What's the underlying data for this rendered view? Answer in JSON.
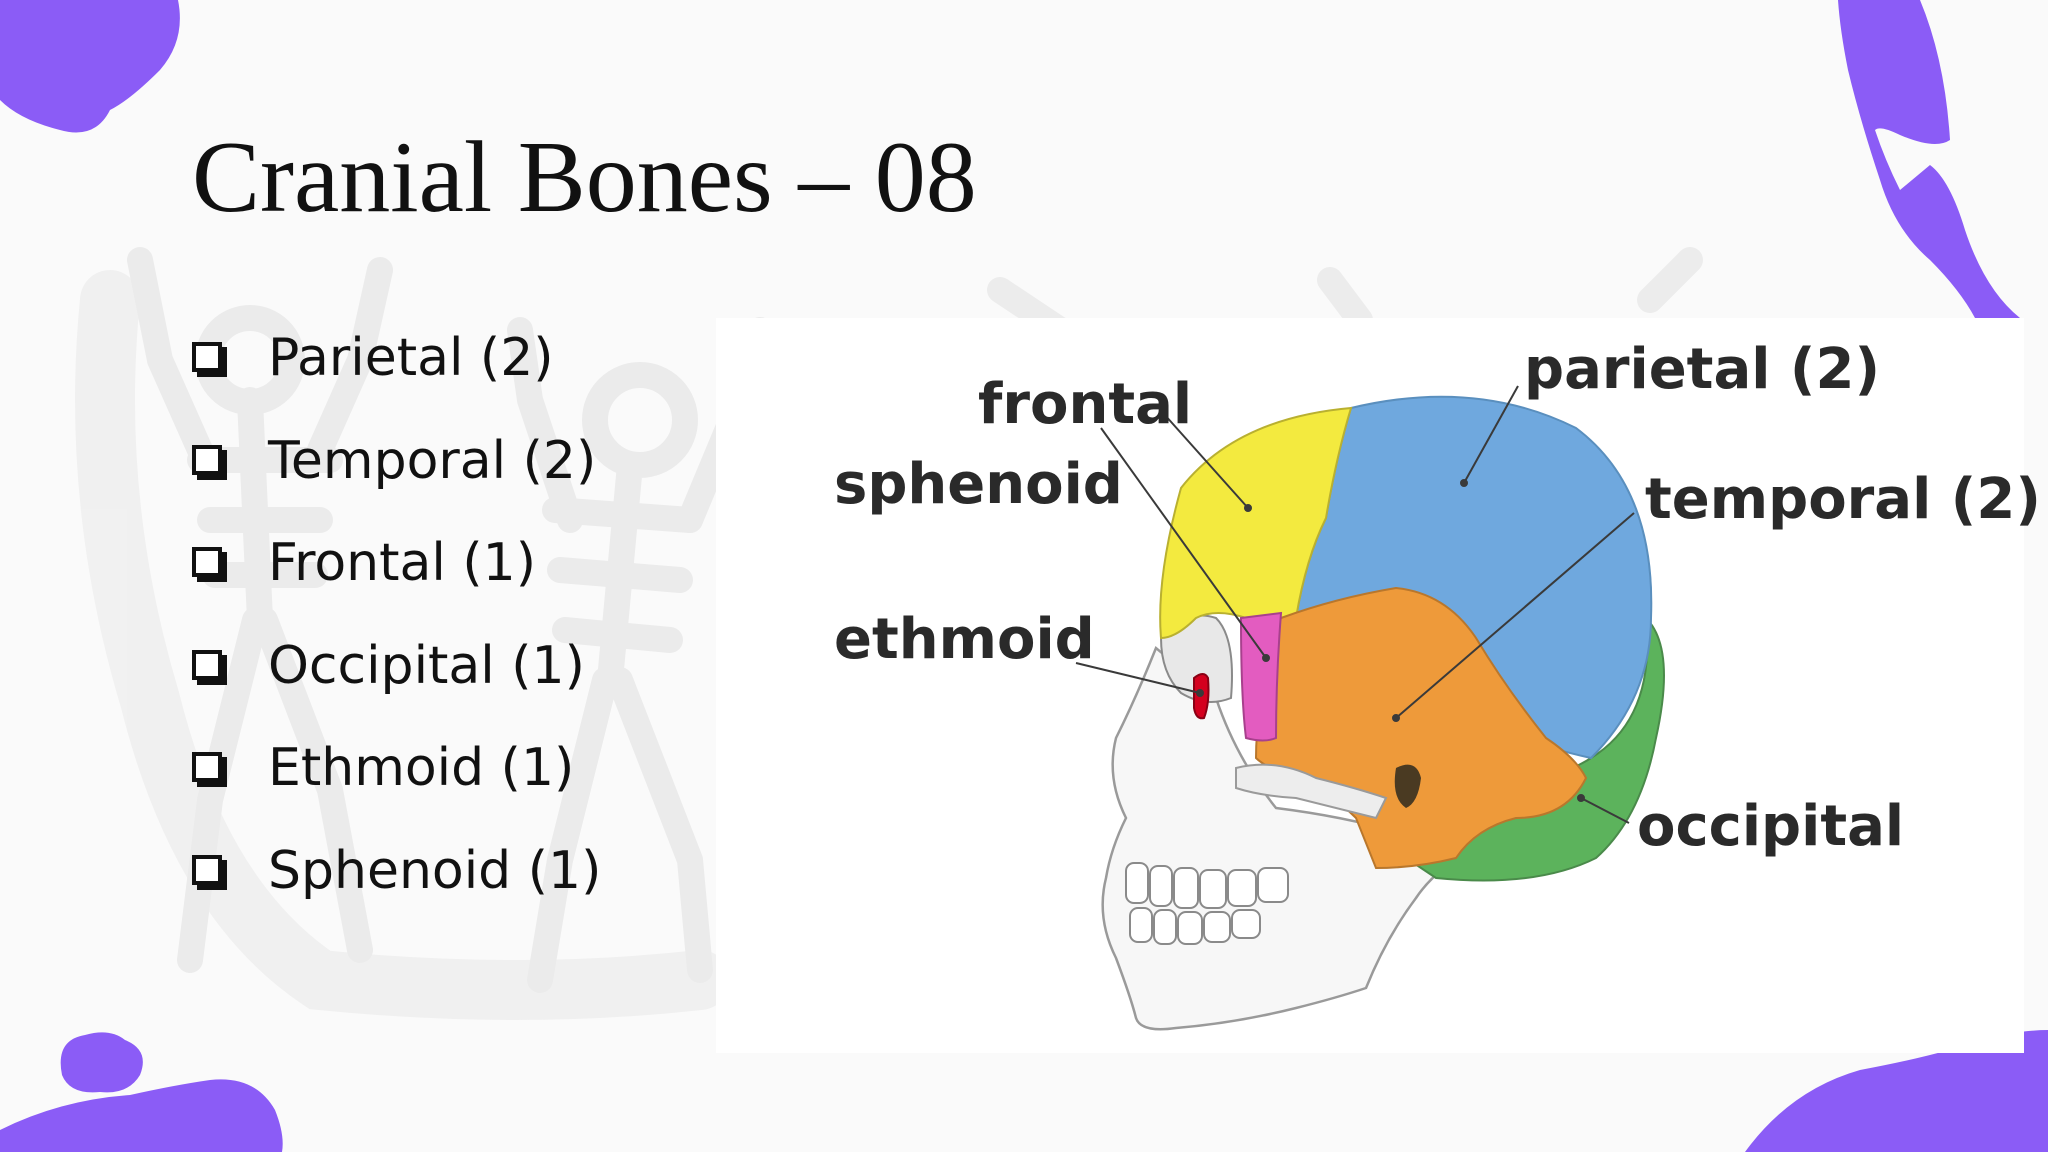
{
  "slide": {
    "title": "Cranial Bones – 08"
  },
  "bullets": [
    {
      "label": "Parietal (2)"
    },
    {
      "label": "Temporal (2)"
    },
    {
      "label": "Frontal (1)"
    },
    {
      "label": "Occipital (1)"
    },
    {
      "label": "Ethmoid (1)"
    },
    {
      "label": "Sphenoid (1)"
    }
  ],
  "diagram": {
    "labels": {
      "frontal": "frontal",
      "sphenoid": "sphenoid",
      "ethmoid": "ethmoid",
      "parietal": "parietal (2)",
      "temporal": "temporal (2)",
      "occipital": "occipital"
    },
    "bone_colors": {
      "frontal": "#f3ea3f",
      "parietal": "#6fa8de",
      "temporal": "#ee9a3a",
      "occipital": "#5cb35c",
      "sphenoid": "#e35cc0",
      "ethmoid": "#d4001e"
    },
    "icons": [
      "checkbox-icon",
      "skeleton-watermark"
    ]
  },
  "theme": {
    "accent": "#8b5cf6"
  }
}
